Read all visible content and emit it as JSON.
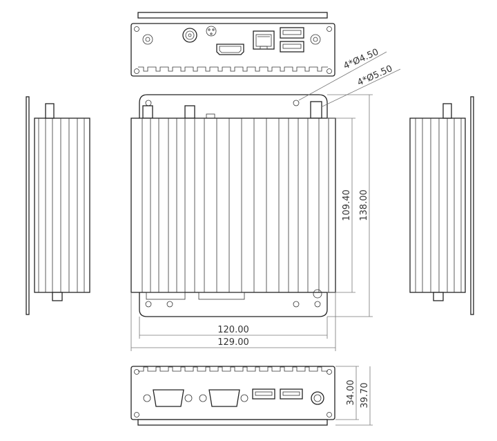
{
  "dimensions": {
    "hole_small": "4*Ø4.50",
    "hole_large": "4*Ø5.50",
    "inner_height": "109.40",
    "outer_height": "138.00",
    "inner_width": "120.00",
    "outer_width": "129.00",
    "body_thickness": "34.00",
    "total_thickness": "39.70"
  },
  "colors": {
    "line": "#222222",
    "dimension": "#777777",
    "text": "#333333",
    "background": "#ffffff"
  }
}
